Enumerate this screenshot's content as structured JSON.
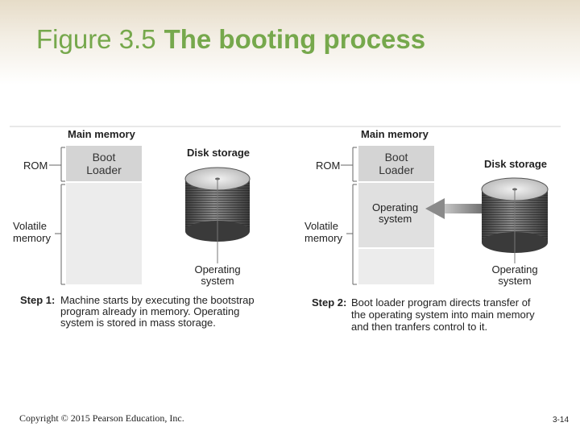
{
  "title": {
    "figure_number": "Figure 3.5",
    "text": "The booting process"
  },
  "panels": [
    {
      "main_memory_label": "Main memory",
      "rom_label": "ROM",
      "boot_loader_line1": "Boot",
      "boot_loader_line2": "Loader",
      "volatile_line1": "Volatile",
      "volatile_line2": "memory",
      "disk_storage_label": "Disk storage",
      "os_line1": "Operating",
      "os_line2": "system",
      "step_label": "Step 1:",
      "step_line1": "Machine starts by executing the bootstrap",
      "step_line2": "program already in memory. Operating",
      "step_line3": "system is stored in mass storage."
    },
    {
      "main_memory_label": "Main memory",
      "rom_label": "ROM",
      "boot_loader_line1": "Boot",
      "boot_loader_line2": "Loader",
      "volatile_line1": "Volatile",
      "volatile_line2": "memory",
      "disk_storage_label": "Disk storage",
      "os_memory_line1": "Operating",
      "os_memory_line2": "system",
      "os_line1": "Operating",
      "os_line2": "system",
      "step_label": "Step 2:",
      "step_line1": "Boot loader program directs transfer of",
      "step_line2": "the operating system into main memory",
      "step_line3": "and then tranfers control to it."
    }
  ],
  "footer": {
    "copyright": "Copyright © 2015 Pearson Education, Inc.",
    "page": "3-14"
  }
}
